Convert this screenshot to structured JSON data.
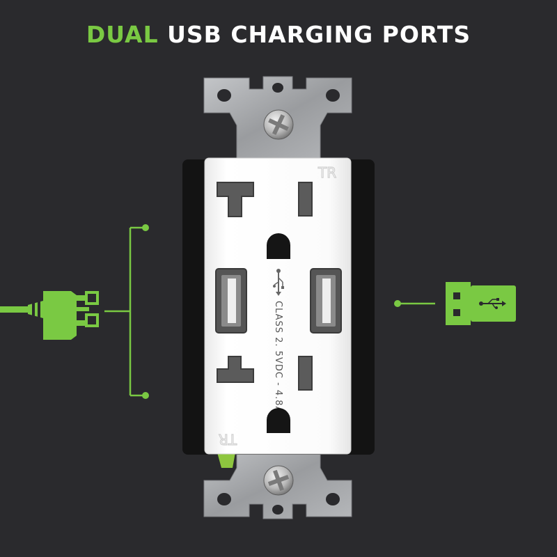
{
  "headline": {
    "accent": "DUAL",
    "rest": " USB CHARGING PORTS"
  },
  "outlet": {
    "tr_top": "TR",
    "tr_bottom": "TR",
    "usb_label": "CLASS 2.  5VDC - 4.8A"
  },
  "colors": {
    "background": "#2a2a2d",
    "accent": "#7ac943",
    "plate": "#ffffff",
    "strap": "#a7a9ac"
  },
  "icons": [
    "ac-plug-icon",
    "usb-plug-icon",
    "usb-trident-icon"
  ]
}
